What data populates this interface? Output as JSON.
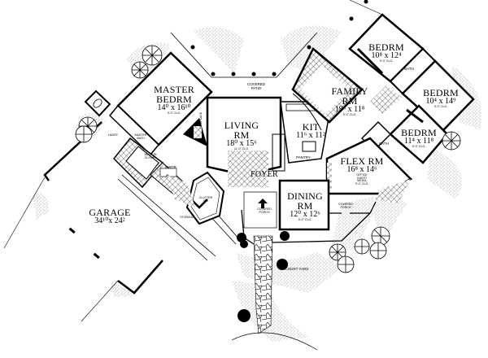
{
  "plan": {
    "rooms": {
      "master_bedroom": {
        "name_1": "MASTER",
        "name_2": "BEDRM",
        "dims": "14⁰ x 16¹⁰",
        "ceiling": "9'-0\" CLG."
      },
      "living": {
        "name_1": "LIVING",
        "name_2": "RM",
        "dims": "18⁰ x 15⁶",
        "ceiling": "11'-0\" CLG."
      },
      "kitchen": {
        "name": "KIT",
        "dims": "11⁶ x 11²"
      },
      "family": {
        "name_1": "FAMILY",
        "name_2": "RM",
        "dims": "19⁶ x 11⁸",
        "ceiling": "9'-0\" CLG."
      },
      "bedroom_1": {
        "name": "BEDRM",
        "dims": "10⁸ x 12⁴",
        "ceiling": "9'-0\" CLG."
      },
      "bedroom_2": {
        "name": "BEDRM",
        "dims": "10⁴ x 14⁹",
        "ceiling": "9'-0\" CLG."
      },
      "bedroom_3": {
        "name": "BEDRM",
        "dims": "11⁴ x 11⁸",
        "ceiling": "9'-0\" CLG."
      },
      "flex": {
        "name": "FLEX RM",
        "dims": "16⁸ x 14⁶",
        "uses": [
          "OFFICE",
          "GUEST",
          "MEDIA"
        ],
        "ceiling": "9'-0\" CLG."
      },
      "dining": {
        "name_1": "DINING",
        "name_2": "RM",
        "dims": "12⁰ x 12⁶",
        "ceiling": "9'-0\" CLG."
      },
      "foyer": {
        "name": "FOYER"
      },
      "garage": {
        "name": "GARAGE",
        "dims": "34¹⁰x 24²"
      },
      "covered_patio": {
        "name_1": "COVERED",
        "name_2": "PATIO"
      },
      "covered_porch": {
        "name_1": "COVERED",
        "name_2": "PORCH"
      },
      "covered_porch_right": {
        "name_1": "COVERED",
        "name_2": "PORCH"
      },
      "court_yard": {
        "name": "COURT YARD"
      },
      "master_bath": {
        "name_1": "MASTER",
        "name_2": "BATH"
      },
      "walk_in_closet": {
        "name_1": "WALK-IN",
        "name_2": "CLOSET"
      },
      "clutter": {
        "name_1": "CLUTTER",
        "name_2": "RM"
      },
      "powder": {
        "name": "PWDR"
      },
      "bath_1": {
        "name": "BATH"
      },
      "bath_2": {
        "name": "BATH"
      },
      "laundry": {
        "name": "LNDRY"
      },
      "storage": {
        "name": "STORAGE"
      },
      "pantry": {
        "name": "PANTRY"
      },
      "fire_place": {
        "name": "FIREPLACE"
      }
    }
  }
}
